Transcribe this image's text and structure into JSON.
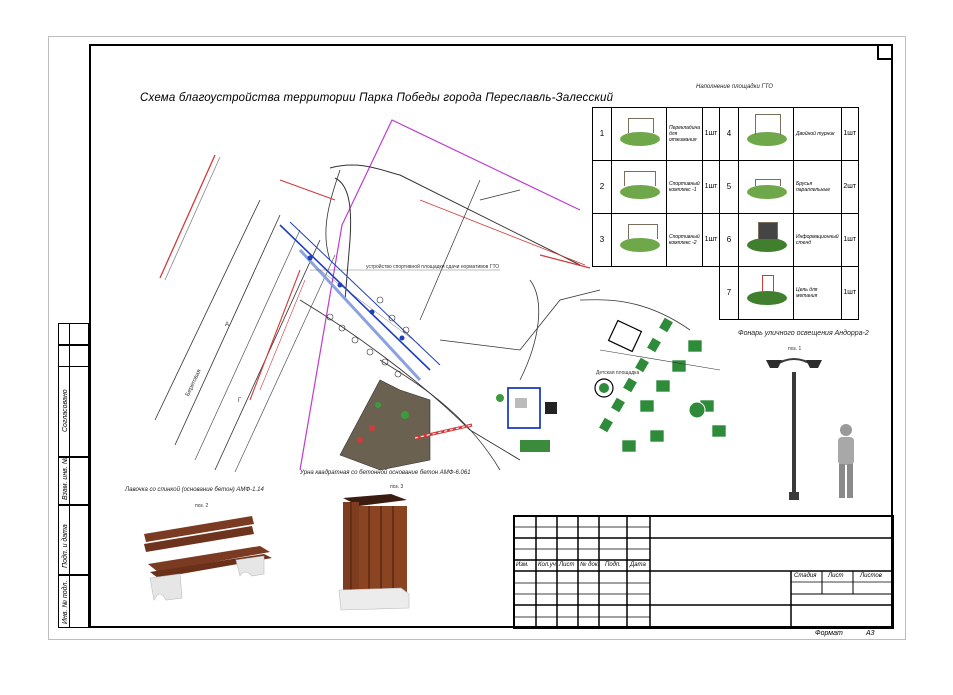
{
  "drawing": {
    "title": "Схема благоустройства территории Парка Победы города Переславль-Залесский",
    "plan_label": "устройство спортивной площадки сдачи нормативов ГТО",
    "street_label": "Береговая",
    "label_a": "А",
    "label_g": "Г",
    "label_zone": "Детская площадка"
  },
  "gto": {
    "caption": "Наполнение площадки ГТО",
    "items": [
      {
        "num": "1",
        "name": "Перекладина для отжимания",
        "qty": "1шт"
      },
      {
        "num": "2",
        "name": "Спортивный комплекс -1",
        "qty": "1шт"
      },
      {
        "num": "3",
        "name": "Спортивный комплекс -2",
        "qty": "1шт"
      },
      {
        "num": "4",
        "name": "Двойной турник",
        "qty": "1шт"
      },
      {
        "num": "5",
        "name": "Брусья параллельные",
        "qty": "2шт"
      },
      {
        "num": "6",
        "name": "Информационный стенд",
        "qty": "1шт"
      },
      {
        "num": "7",
        "name": "Цель для метания",
        "qty": "1шт"
      }
    ]
  },
  "lamp": {
    "caption": "Фонарь уличного освещения Андорра-2",
    "pos": "поз. 1"
  },
  "bench": {
    "caption": "Лавочка со спинкой (основание бетон) АМФ-1.14",
    "pos": "поз. 2"
  },
  "bin": {
    "caption": "Урна квадратная со бетонной основание бетон АМФ-6.061",
    "pos": "поз. 3"
  },
  "side_stamp": [
    "Согласовано",
    "Взам. инв. №",
    "Подп. и дата",
    "Инв. № подл."
  ],
  "title_block": {
    "columns": [
      "Изм.",
      "Кол.уч",
      "Лист",
      "№ док.",
      "Подп.",
      "Дата"
    ],
    "stage_labels": [
      "Стадия",
      "Лист",
      "Листов"
    ],
    "format_label": "Формат",
    "format_value": "А3"
  },
  "colors": {
    "grass": "#6fa84a",
    "blue_line": "#1f3fbf",
    "red_line": "#d23b3b",
    "magenta_line": "#c03ad0",
    "tile_green": "#2e8b3a"
  }
}
